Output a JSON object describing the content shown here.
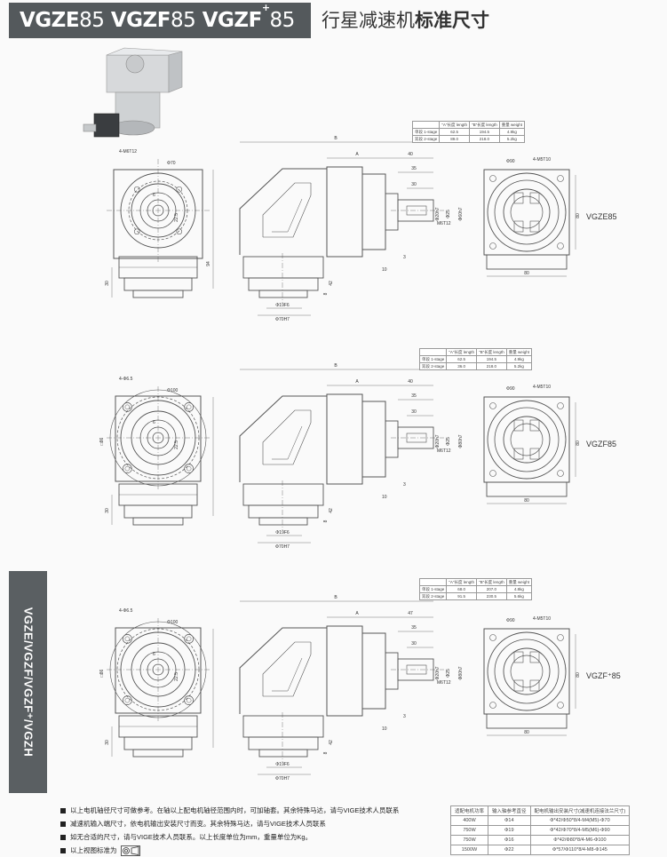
{
  "header": {
    "title_parts": [
      {
        "pre": "VGZE",
        "num": "85",
        "sup": ""
      },
      {
        "pre": "VGZF",
        "num": "85",
        "sup": ""
      },
      {
        "pre": "VGZF",
        "num": "85",
        "sup": "+"
      }
    ],
    "subtitle_normal": "行星减速机",
    "subtitle_bold": "标准尺寸"
  },
  "side_tab": "VGZE/VGZF/VGZF⁺/VGZH",
  "sections": [
    {
      "model": "VGZE85",
      "table": {
        "headers": [
          "",
          "\"A\"长度 length",
          "\"B\"长度 length",
          "重量 weight"
        ],
        "rows": [
          [
            "单段 1-stage",
            "62.5",
            "194.5",
            "4.9kg"
          ],
          [
            "双段 2-stage",
            "89.0",
            "218.0",
            "5.2kg"
          ]
        ]
      },
      "dims": {
        "front_thread": "4-M6T12",
        "front_pcd": "Φ70",
        "front_h": "94",
        "front_base": "30",
        "front_s1": "6",
        "front_s2": "22.5",
        "side_b": "B",
        "side_a": "A",
        "side_40": "40",
        "side_35": "35",
        "side_30": "30",
        "side_d1": "Φ20h7",
        "side_d2": "Φ25",
        "side_d3": "Φ60h7",
        "side_thread": "M6T12",
        "side_3": "3",
        "side_10": "10",
        "side_42": "42",
        "side_8": "8",
        "bottom_d1": "Φ19F6",
        "bottom_d2": "Φ70H7",
        "right_pcd": "Φ90",
        "right_thread": "4-M5T10",
        "right_w": "80",
        "right_h": "80"
      }
    },
    {
      "model": "VGZF85",
      "table": {
        "headers": [
          "",
          "\"A\"长度 length",
          "\"B\"长度 length",
          "重量 weight"
        ],
        "rows": [
          [
            "单段 1-stage",
            "62.5",
            "194.5",
            "4.9kg"
          ],
          [
            "双段 2-stage",
            "36.0",
            "218.0",
            "5.2kg"
          ]
        ]
      },
      "dims": {
        "front_thread": "4-Φ6.5",
        "front_pcd": "Φ100",
        "front_sq": "□86",
        "front_base": "30",
        "front_s1": "6",
        "front_s2": "22.5",
        "side_b": "B",
        "side_a": "A",
        "side_40": "40",
        "side_35": "35",
        "side_30": "30",
        "side_d1": "Φ20h7",
        "side_d2": "Φ25",
        "side_d3": "Φ80h7",
        "side_thread": "M6T12",
        "side_3": "3",
        "side_10": "10",
        "side_42": "42",
        "side_8": "8",
        "bottom_d1": "Φ19F6",
        "bottom_d2": "Φ70H7",
        "right_pcd": "Φ90",
        "right_thread": "4-M5T10",
        "right_w": "80",
        "right_h": "80"
      }
    },
    {
      "model": "VGZF⁺85",
      "table": {
        "headers": [
          "",
          "\"A\"长度 length",
          "\"B\"长度 length",
          "重量 weight"
        ],
        "rows": [
          [
            "单段 1-stage",
            "68.0",
            "207.0",
            "4.8kg"
          ],
          [
            "双段 2-stage",
            "91.5",
            "230.5",
            "5.6kg"
          ]
        ]
      },
      "dims": {
        "front_thread": "4-Φ6.5",
        "front_pcd": "Φ100",
        "front_sq": "□86",
        "front_base": "30",
        "front_s1": "6",
        "front_s2": "22.5",
        "side_b": "B",
        "side_a": "A",
        "side_40": "47",
        "side_35": "35",
        "side_30": "30",
        "side_d1": "Φ20h7",
        "side_d2": "Φ25",
        "side_d3": "Φ80h7",
        "side_thread": "M6T12",
        "side_3": "3",
        "side_10": "10",
        "side_42": "42",
        "side_8": "8",
        "bottom_d1": "Φ19F6",
        "bottom_d2": "Φ70H7",
        "right_pcd": "Φ90",
        "right_thread": "4-M5T10",
        "right_w": "80",
        "right_h": "80"
      }
    }
  ],
  "notes": [
    "以上电机轴径尺寸可做参考。在轴以上配电机轴径范围内时，可加轴套。其余特殊马达，请与VIGE技术人员联系",
    "减速机输入端尺寸，依电机输出安装尺寸而变。其余特殊马达，请与VIGE技术人员联系",
    "如无合适的尺寸，请与VIGE技术人员联系。以上长度单位为mm，重量单位为Kg。",
    "以上视图标准为"
  ],
  "power_table": {
    "headers": [
      "适配电机功率",
      "输入轴参考直径",
      "配电机输出安装尺寸(减速机连接法兰尺寸)"
    ],
    "rows": [
      [
        "400W",
        "Φ14",
        "Φ*42/Φ50*8/4-M4(M5)-Φ70"
      ],
      [
        "750W",
        "Φ19",
        "Φ*42/Φ70*8/4-M5(M6)-Φ90"
      ],
      [
        "750W",
        "Φ16",
        "Φ*42/Φ80*8/4-M6-Φ100"
      ],
      [
        "1500W",
        "Φ22",
        "Φ*57/Φ110*8/4-M8-Φ145"
      ]
    ]
  },
  "colors": {
    "header_bg": "#54595c",
    "side_tab_bg": "#5a5f62",
    "line": "#555555"
  }
}
